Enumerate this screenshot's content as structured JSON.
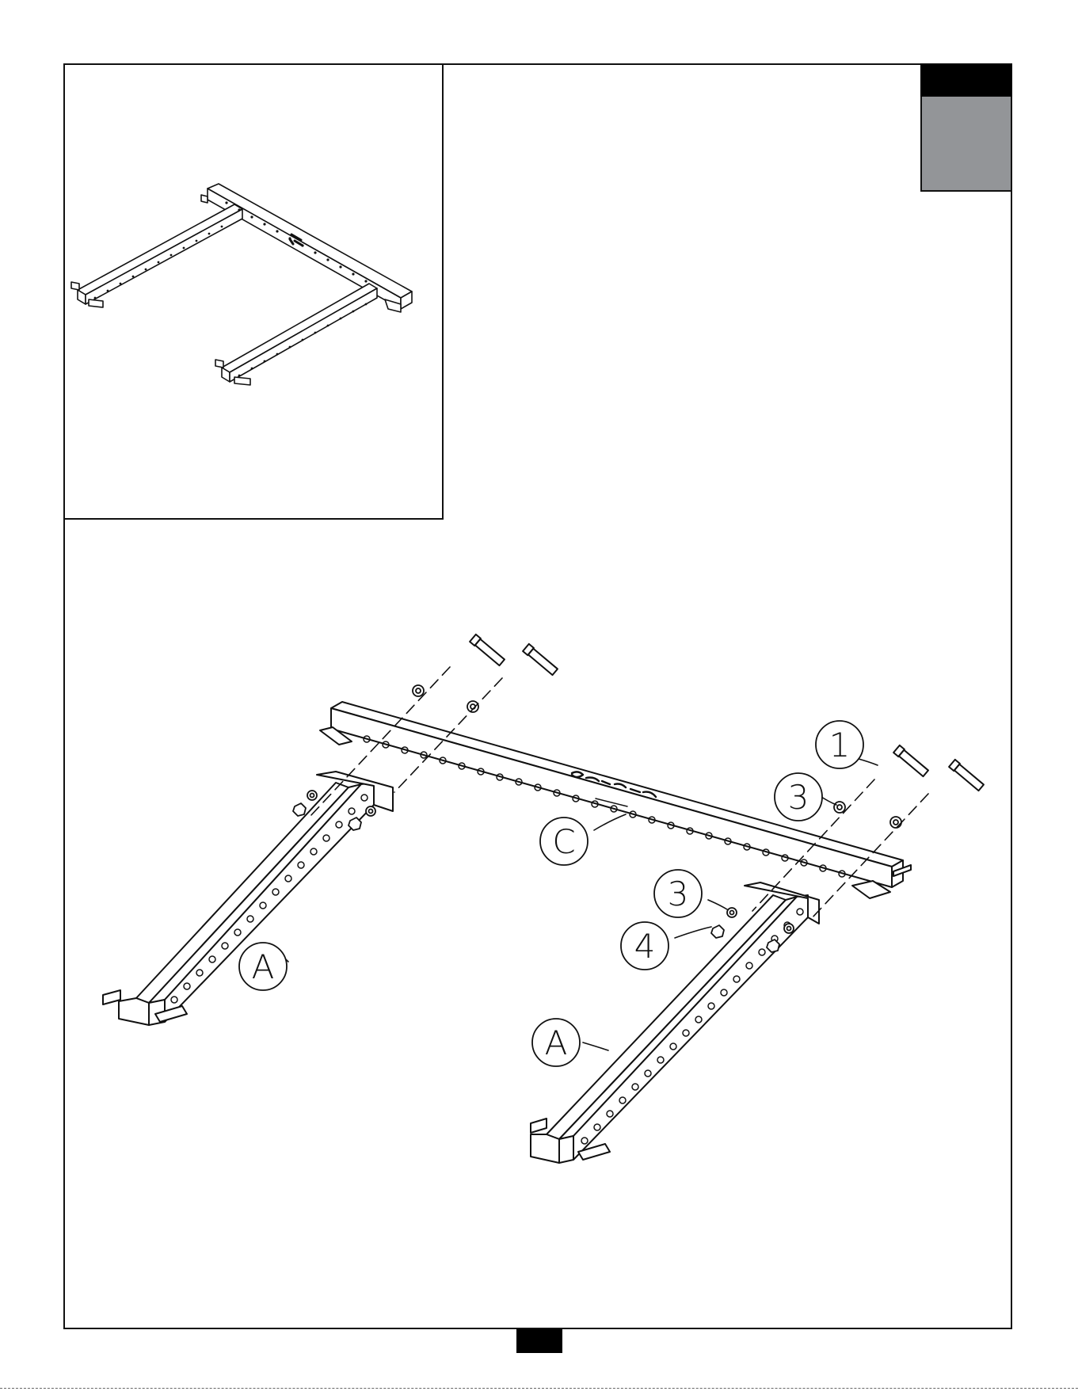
{
  "callouts": {
    "part_1": "1",
    "part_3_top": "3",
    "part_3_bottom": "3",
    "part_4": "4",
    "part_c": "C",
    "part_a_left": "A",
    "part_a_right": "A"
  },
  "colors": {
    "line": "#111111",
    "tab_gray": "#939598",
    "tab_black": "#000000"
  },
  "icons": {
    "bolt": "hex-bolt-icon",
    "washer": "washer-icon",
    "nut": "hex-nut-icon"
  }
}
